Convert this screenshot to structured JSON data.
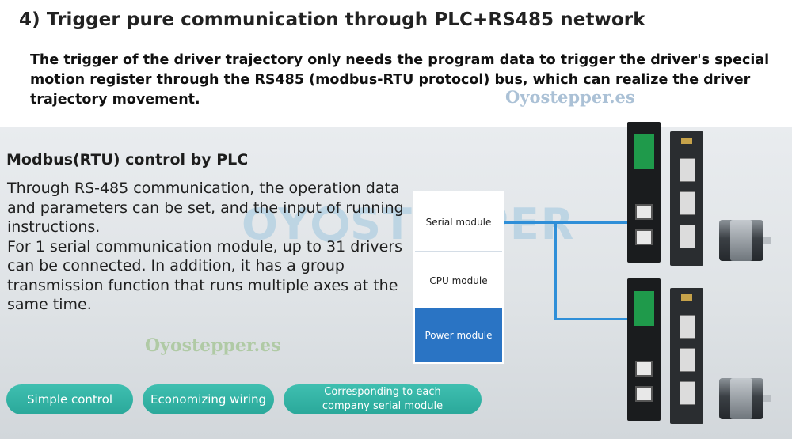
{
  "heading": "4) Trigger pure communication through PLC+RS485 network",
  "intro": "The trigger of the driver trajectory only needs the program data to trigger the driver's special motion register through the RS485 (modbus-RTU protocol) bus, which can realize the driver trajectory movement.",
  "watermark_top": "Oyostepper.es",
  "watermark_big": [
    "OY",
    "STEPPER"
  ],
  "watermark_bottom": "Oyostepper.es",
  "panel": {
    "title": "Modbus(RTU) control by PLC",
    "paragraph1": "Through RS-485 communication, the operation data and parameters can be set, and the input of running instructions.",
    "paragraph2": "For 1 serial communication module, up to 31 drivers can be connected. In addition, it has a group transmission function that runs multiple axes at the same time."
  },
  "plc": {
    "serial": "Serial module",
    "cpu": "CPU module",
    "power": "Power module"
  },
  "pills": {
    "p1": "Simple control",
    "p2": "Economizing wiring",
    "p3": "Corresponding to each company serial module"
  },
  "colors": {
    "power_module": "#2a74c4",
    "cable": "#2f8fd8",
    "pill": "#2aa89a"
  },
  "icons": [
    "gear-icon",
    "stepper-motor-icon",
    "driver-unit-icon"
  ]
}
